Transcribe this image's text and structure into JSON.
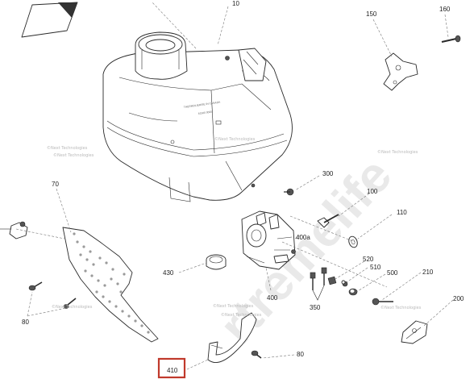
{
  "diagram": {
    "watermark_big": "rtremelife",
    "watermark_small": "©Next Technologies",
    "highlight_color": "#c0392b",
    "tank_embossed_text": "THERMOLIERISE IN CANADA",
    "tank_code": "61500 0000",
    "callouts": {
      "c10": "10",
      "c150": "150",
      "c160": "160",
      "c300": "300",
      "c100": "100",
      "c110": "110",
      "c70": "70",
      "c400a": "400a",
      "c430": "430",
      "c520": "520",
      "c510": "510",
      "c500": "500",
      "c210": "210",
      "c400": "400",
      "c350": "350",
      "c200": "200",
      "c80a": "80",
      "c80b": "80",
      "c410": "410"
    }
  }
}
